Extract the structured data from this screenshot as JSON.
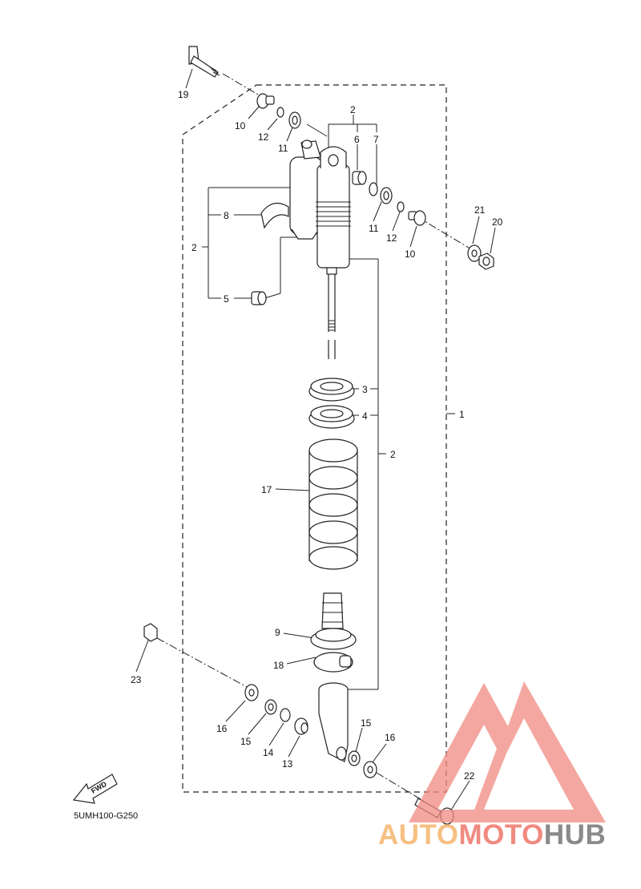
{
  "diagram": {
    "code": "5UMH100-G250",
    "fwd_label": "FWD",
    "callouts": {
      "c1": "1",
      "c2_top": "2",
      "c2_left": "2",
      "c2_right": "2",
      "c3": "3",
      "c4": "4",
      "c5": "5",
      "c6": "6",
      "c7": "7",
      "c8": "8",
      "c9": "9",
      "c10_top": "10",
      "c10_right": "10",
      "c11_top": "11",
      "c11_right": "11",
      "c12_top": "12",
      "c12_right": "12",
      "c13": "13",
      "c14": "14",
      "c15_left": "15",
      "c15_right": "15",
      "c16_left": "16",
      "c16_right": "16",
      "c17": "17",
      "c18": "18",
      "c19": "19",
      "c20": "20",
      "c21": "21",
      "c22": "22",
      "c23": "23"
    }
  },
  "watermark": {
    "part1": "AUTO",
    "part2": "MOTO",
    "part3": "HUB",
    "color_light": "#f6c083",
    "color_red": "#f08a80",
    "color_gray": "#8a8a8a"
  }
}
